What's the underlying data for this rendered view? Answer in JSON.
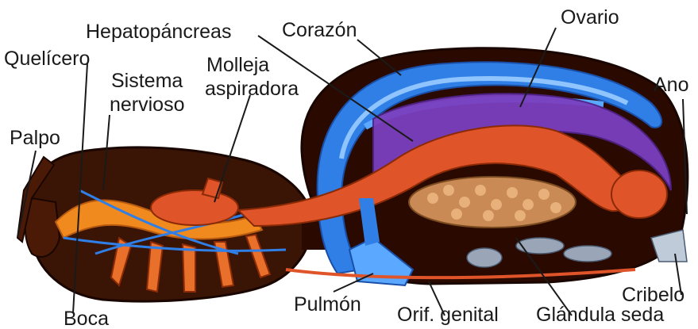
{
  "labels": {
    "hepatopancreas": "Hepatopáncreas",
    "corazon": "Corazón",
    "ovario": "Ovario",
    "quelicero": "Quelícero",
    "sistema_nervioso_1": "Sistema",
    "sistema_nervioso_2": "nervioso",
    "molleja_1": "Molleja",
    "molleja_2": "aspiradora",
    "ano": "Ano",
    "palpo": "Palpo",
    "pulmon": "Pulmón",
    "orif_genital": "Orif. genital",
    "glandula_seda": "Glándula seda",
    "cribelo": "Cribelo",
    "boca": "Boca"
  },
  "colors": {
    "body": "#3a1404",
    "abdomen_fill": "#2a0a00",
    "heart": "#2f7fe6",
    "heart_light": "#8fc4ff",
    "ovary": "#7b3fbf",
    "digestive": "#e0542a",
    "nerve": "#f08a1e",
    "hepatopancreas": "#c98a55",
    "silk_gland": "#9aa6b8"
  }
}
